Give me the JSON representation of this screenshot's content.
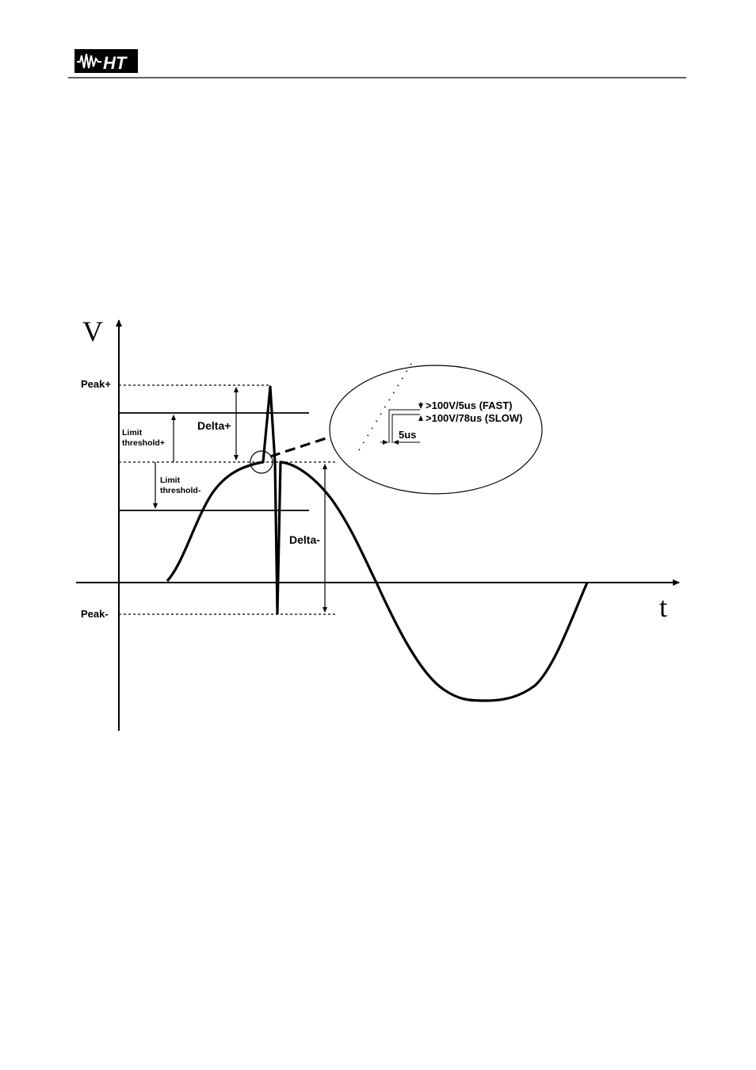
{
  "header": {
    "logo_text": "HT"
  },
  "diagram": {
    "axis_v": "V",
    "axis_t": "t",
    "labels": {
      "peak_plus": "Peak+",
      "peak_minus": "Peak-",
      "delta_plus": "Delta+",
      "delta_minus": "Delta-",
      "limit_plus_line1": "Limit",
      "limit_plus_line2": "threshold+",
      "limit_minus_line1": "Limit",
      "limit_minus_line2": "threshold-"
    },
    "zoom": {
      "fast": ">100V/5us (FAST)",
      "slow": ">100V/78us (SLOW)",
      "time": "5us"
    }
  },
  "colors": {
    "ink": "#000000",
    "background": "#ffffff"
  }
}
